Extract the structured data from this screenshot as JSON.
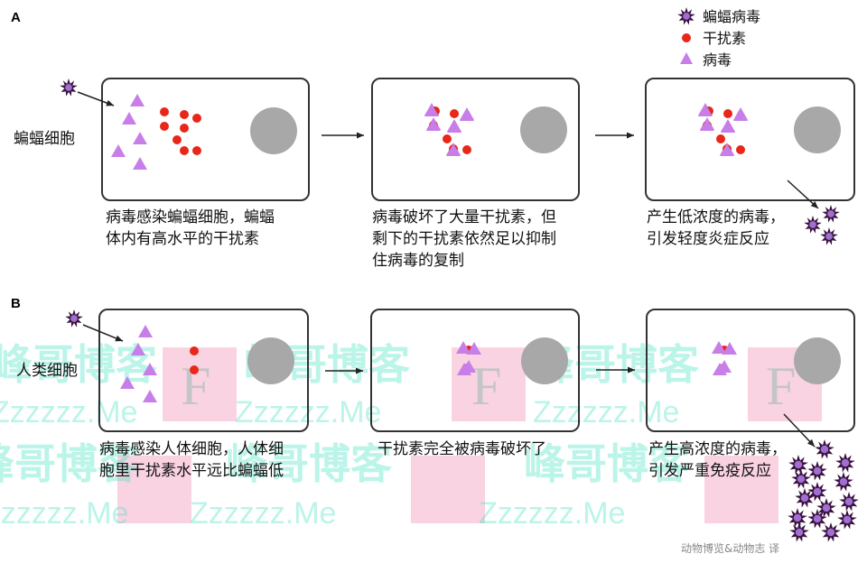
{
  "legend": {
    "items": [
      {
        "label": "蝙蝠病毒",
        "icon": "virus-icon"
      },
      {
        "label": "干扰素",
        "icon": "interferon-dot-icon"
      },
      {
        "label": "病毒",
        "icon": "virus-triangle-icon"
      }
    ]
  },
  "colors": {
    "virus_outer": "#3a1240",
    "virus_inner": "#a070d0",
    "interferon": "#e8261a",
    "viral_particle": "#c87ee8",
    "nucleus": "#a8a8a8",
    "border": "#333333"
  },
  "panel_a": {
    "letter": "A",
    "cell_label": "蝙蝠细胞",
    "captions": [
      [
        "病毒感染蝙蝠细胞，蝙蝠",
        "体内有高水平的干扰素"
      ],
      [
        "病毒破坏了大量干扰素，但",
        "剩下的干扰素依然足以抑制",
        "住病毒的复制"
      ],
      [
        "产生低浓度的病毒，",
        "引发轻度炎症反应"
      ]
    ]
  },
  "panel_b": {
    "letter": "B",
    "cell_label": "人类细胞",
    "captions": [
      [
        "病毒感染人体细胞，人体细",
        "胞里干扰素水平远比蝙蝠低"
      ],
      [
        "干扰素完全被病毒破坏了"
      ],
      [
        "产生高浓度的病毒，",
        "引发严重免疫反应"
      ]
    ]
  },
  "credit": "动物博览&动物志 译",
  "watermark": {
    "cn": "峰哥博客",
    "en": "Zzzzzz.Me",
    "f": "F"
  }
}
